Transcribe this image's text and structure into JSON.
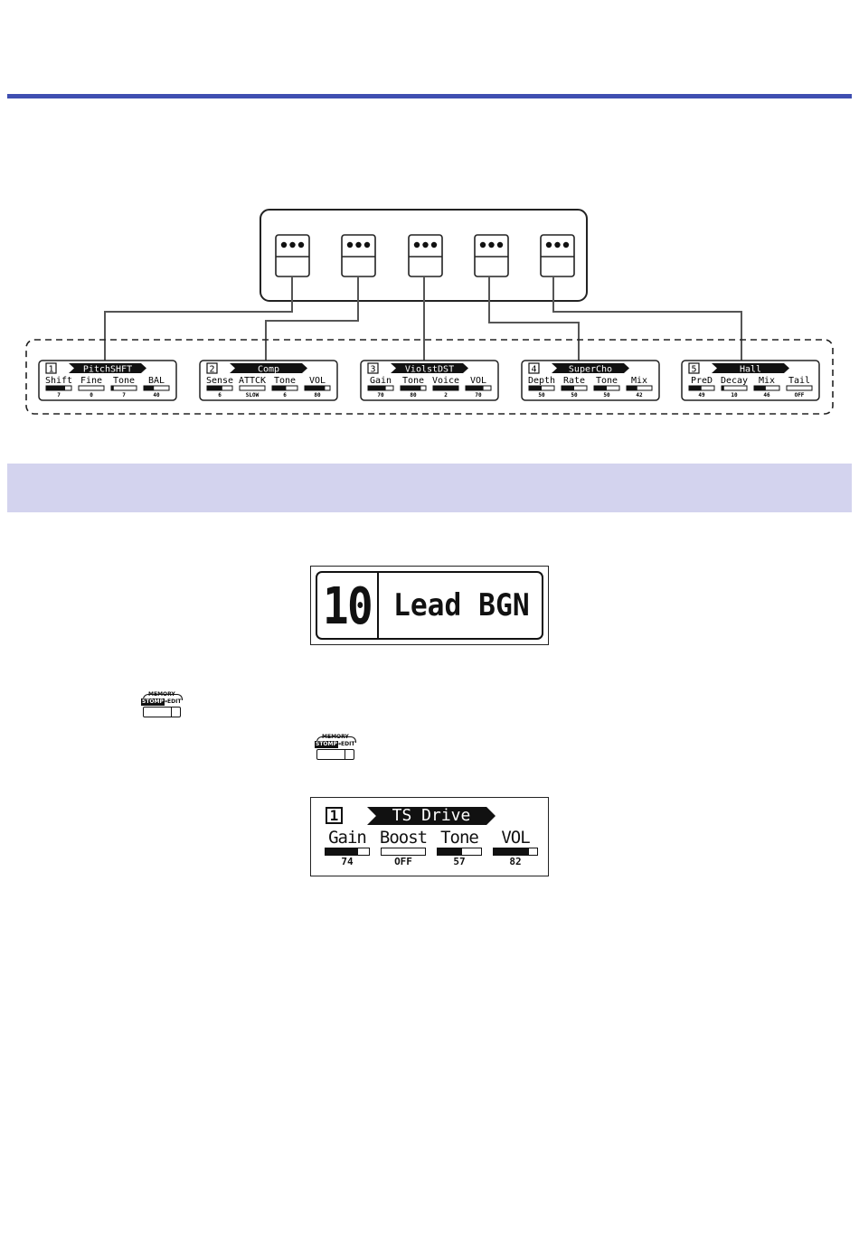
{
  "pedals": {
    "count": 5,
    "knob_dots": [
      "•••",
      "•••",
      "•••",
      "•••",
      "•••"
    ]
  },
  "effect_screens": [
    {
      "slot": "1",
      "name": "PitchSHFT",
      "params": [
        {
          "label": "Shift",
          "value": "7",
          "level": 0.75
        },
        {
          "label": "Fine",
          "value": "0",
          "level": 0.0
        },
        {
          "label": "Tone",
          "value": "7",
          "level": 0.1
        },
        {
          "label": "BAL",
          "value": "40",
          "level": 0.4
        }
      ]
    },
    {
      "slot": "2",
      "name": "Comp",
      "params": [
        {
          "label": "Sense",
          "value": "6",
          "level": 0.6
        },
        {
          "label": "ATTCK",
          "value": "SLOW",
          "level": 0.0
        },
        {
          "label": "Tone",
          "value": "6",
          "level": 0.55
        },
        {
          "label": "VOL",
          "value": "80",
          "level": 0.8
        }
      ]
    },
    {
      "slot": "3",
      "name": "ViolstDST",
      "params": [
        {
          "label": "Gain",
          "value": "70",
          "level": 0.7
        },
        {
          "label": "Tone",
          "value": "80",
          "level": 0.8
        },
        {
          "label": "Voice",
          "value": "2",
          "level": 1.0
        },
        {
          "label": "VOL",
          "value": "70",
          "level": 0.7
        }
      ]
    },
    {
      "slot": "4",
      "name": "SuperCho",
      "params": [
        {
          "label": "Depth",
          "value": "50",
          "level": 0.5
        },
        {
          "label": "Rate",
          "value": "50",
          "level": 0.5
        },
        {
          "label": "Tone",
          "value": "50",
          "level": 0.5
        },
        {
          "label": "Mix",
          "value": "42",
          "level": 0.42
        }
      ]
    },
    {
      "slot": "5",
      "name": "Hall",
      "params": [
        {
          "label": "PreD",
          "value": "49",
          "level": 0.49
        },
        {
          "label": "Decay",
          "value": "10",
          "level": 0.1
        },
        {
          "label": "Mix",
          "value": "46",
          "level": 0.46
        },
        {
          "label": "Tail",
          "value": "OFF",
          "level": 0.0
        }
      ]
    }
  ],
  "patch_screen": {
    "number": "10",
    "name": "Lead BGN"
  },
  "switch_icon": {
    "memory": "MEMORY",
    "stomp": "STOMP",
    "edit": "→EDIT"
  },
  "edit_screen": {
    "slot": "1",
    "name": "TS Drive",
    "params": [
      {
        "label": "Gain",
        "value": "74",
        "level": 0.74
      },
      {
        "label": "Boost",
        "value": "OFF",
        "level": 0.0
      },
      {
        "label": "Tone",
        "value": "57",
        "level": 0.57
      },
      {
        "label": "VOL",
        "value": "82",
        "level": 0.82
      }
    ]
  },
  "colors": {
    "rule": "#3f4fb1",
    "band": "#d3d3ee",
    "line": "#555555"
  }
}
